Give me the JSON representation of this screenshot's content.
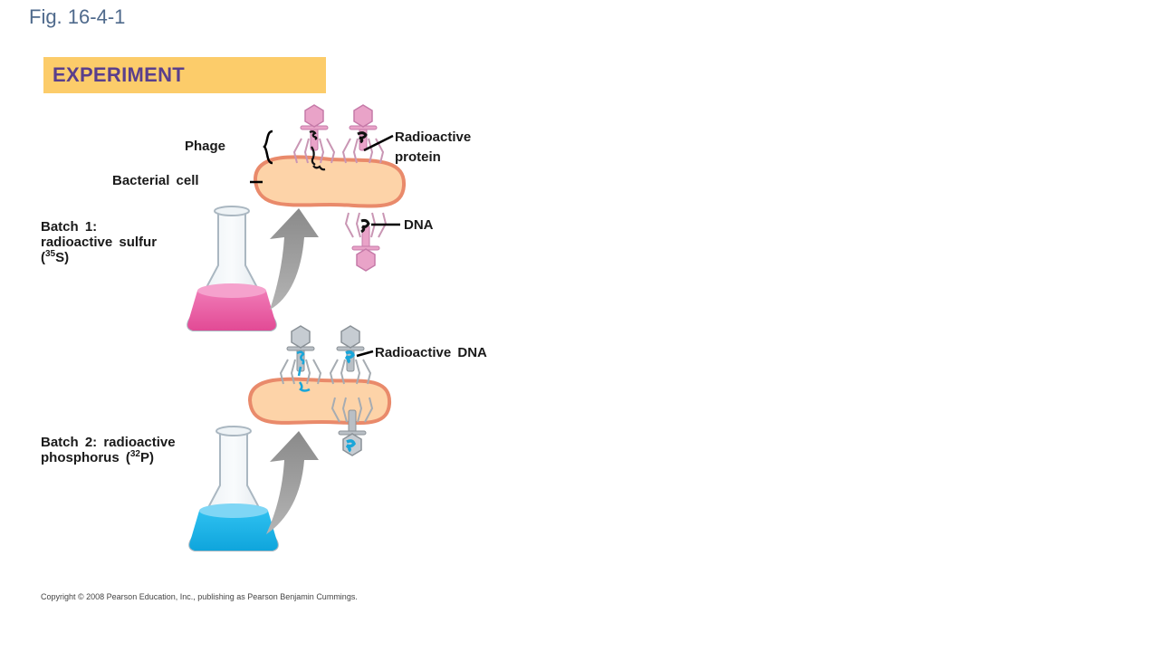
{
  "figure": {
    "title": "Fig. 16-4-1",
    "banner": "EXPERIMENT"
  },
  "labels": {
    "phage": "Phage",
    "bacterial_cell": "Bacterial cell",
    "radioactive_protein_1": "Radioactive",
    "radioactive_protein_2": "protein",
    "dna": "DNA",
    "batch1_line1": "Batch 1:",
    "batch1_line2": "radioactive sulfur",
    "batch1_open": "(",
    "batch1_isotope_mass": "35",
    "batch1_isotope": "S)",
    "radioactive_dna": "Radioactive DNA",
    "batch2_line1": "Batch 2: radioactive",
    "batch2_line2": "phosphorus (",
    "batch2_isotope_mass": "32",
    "batch2_isotope": "P)"
  },
  "copyright": "Copyright © 2008 Pearson Education, Inc., publishing as Pearson Benjamin Cummings.",
  "colors": {
    "protein_pink": "#e9a3c8",
    "dna_blue": "#1aa6d9",
    "flask_pink": "#e8559c",
    "flask_blue": "#12aee6",
    "cell_fill": "#fdd3a8",
    "cell_rim": "#e98a6b",
    "banner": "#fccc6a"
  }
}
